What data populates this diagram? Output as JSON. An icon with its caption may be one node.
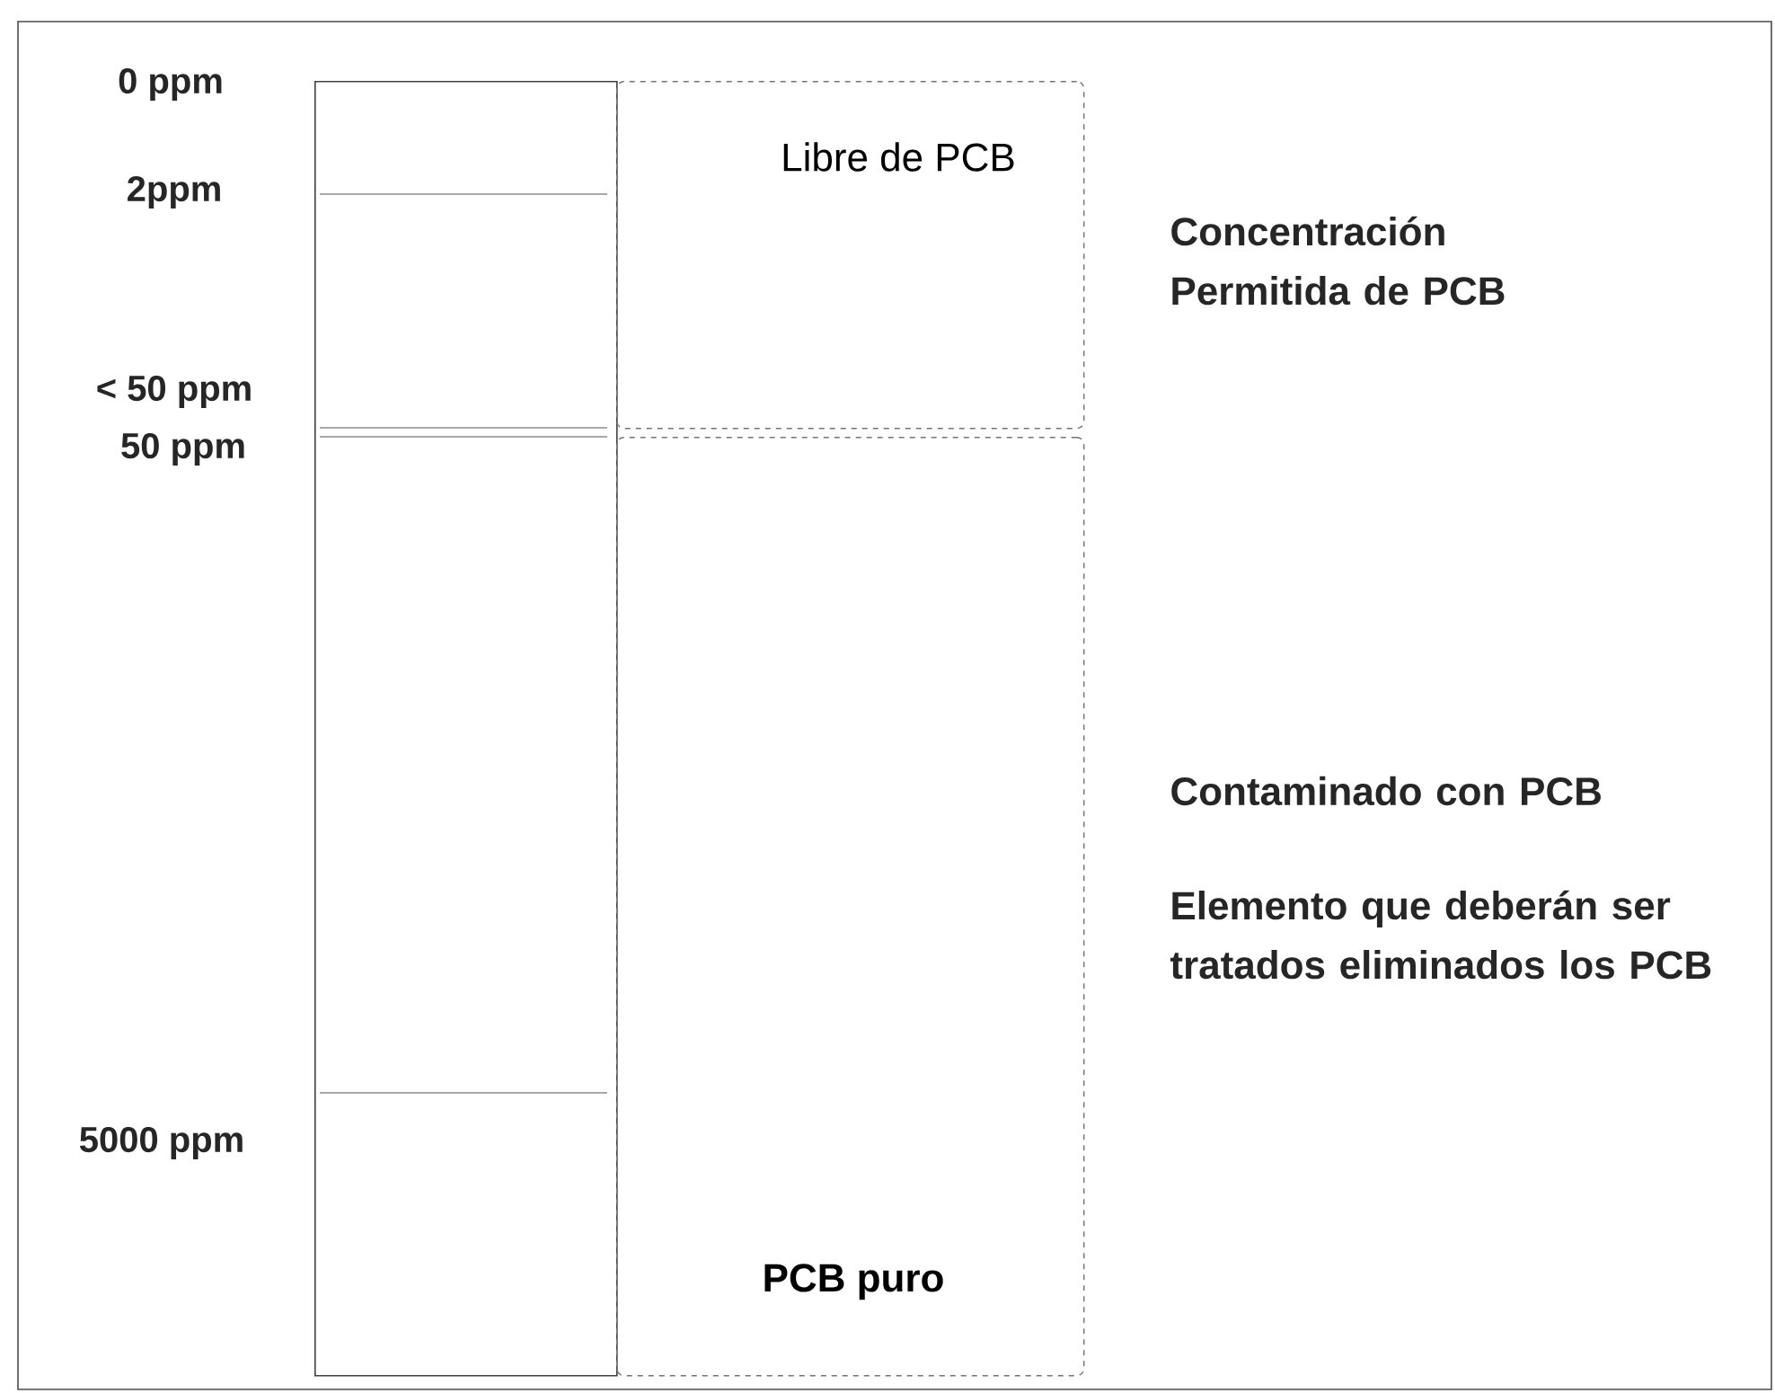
{
  "diagram": {
    "nodes": [
      {
        "text": [],
        "shape": "bar"
      },
      {
        "text": [
          "Libre de PCB"
        ],
        "beside": [
          "Concentración Permitida de PCB"
        ]
      },
      {
        "text": [
          "PCB puro"
        ],
        "beside": [
          "Contaminado con PCB",
          "Elemento que deberán ser tratados eliminados los PCB"
        ]
      }
    ],
    "labels": [
      "0 ppm",
      "2ppm",
      "< 50 ppm",
      "50 ppm",
      "5000 ppm"
    ]
  }
}
